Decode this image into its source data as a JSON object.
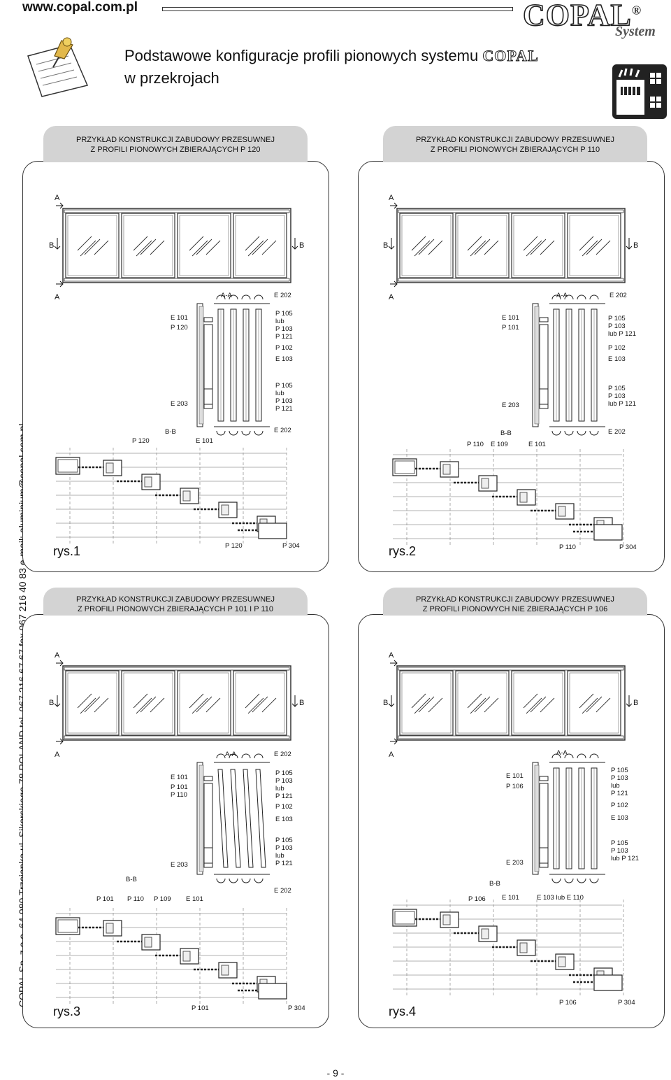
{
  "header": {
    "url": "www.copal.com.pl",
    "logo": "COPAL",
    "logo_mark": "®",
    "logo_sub": "System",
    "title_line1": "Podstawowe konfiguracje profili pionowych systemu",
    "title_brand": "COPAL",
    "title_line2": "w przekrojach",
    "note_icon": "pinned-note-icon",
    "sliding-door-icon": "sliding-door-icon"
  },
  "sidebar": {
    "contact": "COPAL Sp. z o.o.  64-980 Trzcianka  ul. Sikorskiego 78  POLAND  tel. 067  216 67 67  fax.067  216 40 83  e-mail: aluminium@copal.com.pl"
  },
  "panels": [
    {
      "heading_1": "PRZYKŁAD KONSTRUKCJI ZABUDOWY PRZESUWNEJ",
      "heading_2": "Z PROFILI PIONOWYCH ZBIERAJĄCYCH P 120",
      "caption": "rys.1",
      "section_a": "A-A",
      "section_b": "B-B",
      "labels_a_left": [
        "E 101",
        "P 120",
        "E 203"
      ],
      "labels_a_right": [
        "E 202",
        "P 105",
        "lub",
        "P 103",
        "P 121",
        "P 102",
        "E 103",
        "P 105",
        "lub",
        "P 103",
        "P 121",
        "E 202"
      ],
      "labels_b": [
        "P 120",
        "E 101"
      ],
      "labels_b_bottom": [
        "P 120",
        "P 304"
      ]
    },
    {
      "heading_1": "PRZYKŁAD KONSTRUKCJI ZABUDOWY PRZESUWNEJ",
      "heading_2": "Z PROFILI PIONOWYCH ZBIERAJĄCYCH P 110",
      "caption": "rys.2",
      "section_a": "A-A",
      "section_b": "B-B",
      "labels_a_left": [
        "E 101",
        "P 101",
        "E 203"
      ],
      "labels_a_right": [
        "E 202",
        "P 105",
        "P 103",
        "lub P 121",
        "P 102",
        "E 103",
        "P 105",
        "P 103",
        "lub P 121",
        "E 202"
      ],
      "labels_b": [
        "P 110",
        "E 109",
        "E 101"
      ],
      "labels_b_bottom": [
        "P 110",
        "P 304"
      ]
    },
    {
      "heading_1": "PRZYKŁAD KONSTRUKCJI ZABUDOWY PRZESUWNEJ",
      "heading_2": "Z PROFILI PIONOWYCH ZBIERAJĄCYCH P 101 I P 110",
      "caption": "rys.3",
      "section_a": "A-A",
      "section_b": "B-B",
      "labels_a_left": [
        "E 101",
        "P 101",
        "P 110",
        "E 203"
      ],
      "labels_a_right": [
        "E 202",
        "P 105",
        "P 103",
        "lub",
        "P 121",
        "P 102",
        "E 103",
        "P 105",
        "P 103",
        "lub",
        "P 121",
        "E 202"
      ],
      "labels_b": [
        "P 101",
        "P 110",
        "P 109",
        "E 101"
      ],
      "labels_b_bottom": [
        "P 101",
        "P 304"
      ]
    },
    {
      "heading_1": "PRZYKŁAD KONSTRUKCJI ZABUDOWY PRZESUWNEJ",
      "heading_2": "Z PROFILI PIONOWYCH NIE ZBIERAJĄCYCH P 106",
      "caption": "rys.4",
      "section_a": "A-A",
      "section_b": "B-B",
      "labels_a_left": [
        "E 101",
        "P 106",
        "E 203"
      ],
      "labels_a_right": [
        "P 105",
        "P 103",
        "lub",
        "P 121",
        "P 102",
        "E 103",
        "P 105",
        "P 103",
        "lub P 121"
      ],
      "labels_b": [
        "P 106",
        "E 101",
        "E 103 lub E 110"
      ],
      "labels_b_bottom": [
        "P 106",
        "P 304"
      ]
    }
  ],
  "markers": {
    "a": "A",
    "b": "B"
  },
  "footer": {
    "page": "- 9 -"
  }
}
